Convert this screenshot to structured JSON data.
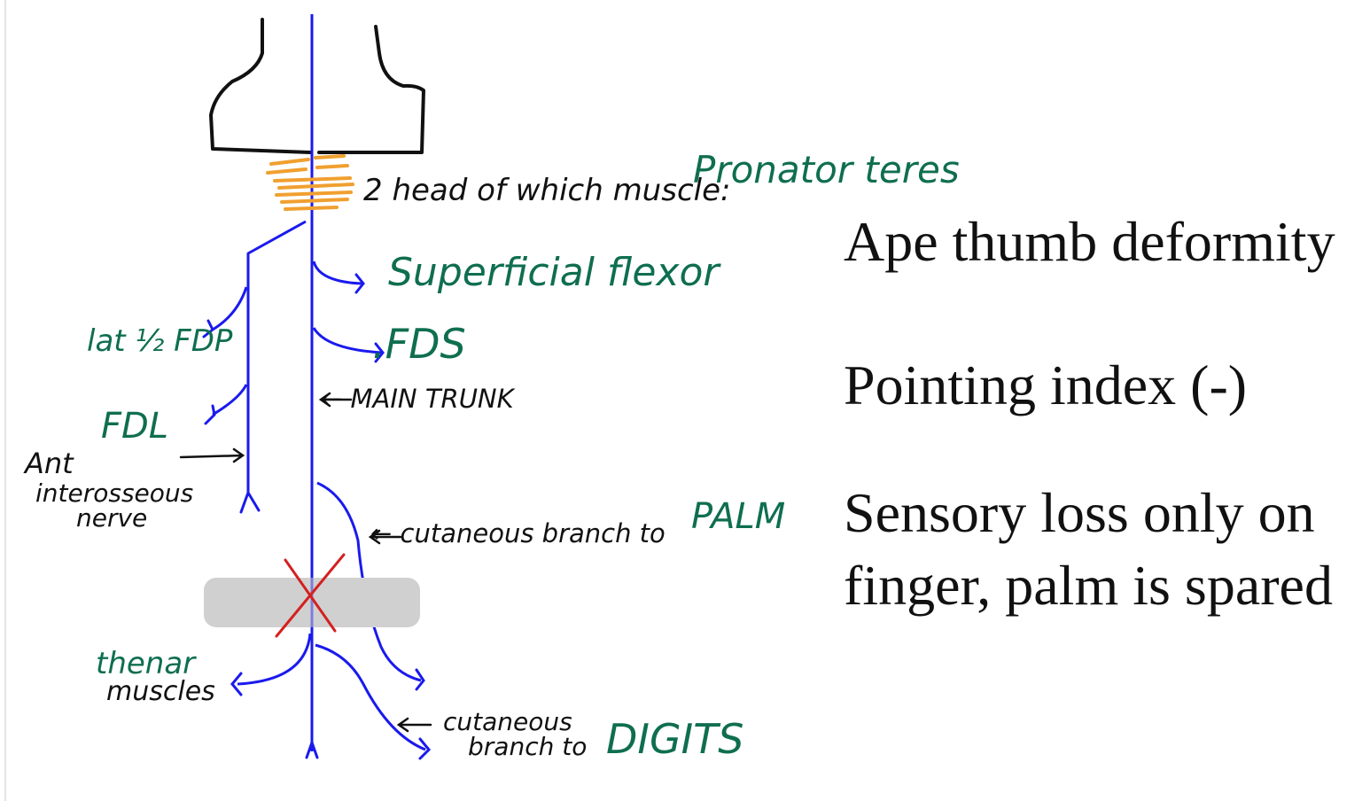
{
  "labels": {
    "two_head_question": "2 head of which muscle:",
    "pronator_teres": "Pronator teres",
    "superficial_flexor": "Superficial flexor",
    "fds": ".FDS",
    "lat_half_fdp": "lat ½ FDP",
    "main_trunk": "← MAIN TRUNK",
    "fdl": "FDL",
    "ant_line1": "Ant",
    "ant_line2": "interosseous",
    "ant_line3": "nerve",
    "cutaneous_palm": "← cutaneous branch to",
    "palm": "PALM",
    "thenar": "thenar",
    "muscles": "muscles",
    "cutaneous_digits_line1": "cutaneous",
    "cutaneous_digits_line2": "branch to",
    "digits": "DIGITS"
  },
  "notes": {
    "ape_thumb": "Ape thumb deformity",
    "pointing_index": "Pointing index (-)",
    "sensory_loss": "Sensory loss only on finger, palm is spared"
  },
  "colors": {
    "nerve": "#1a1aee",
    "muscle": "#f0a030",
    "lesion": "#d42020",
    "band": "#d0d0d0",
    "outline": "#111111",
    "green_text": "#0f6e50"
  }
}
